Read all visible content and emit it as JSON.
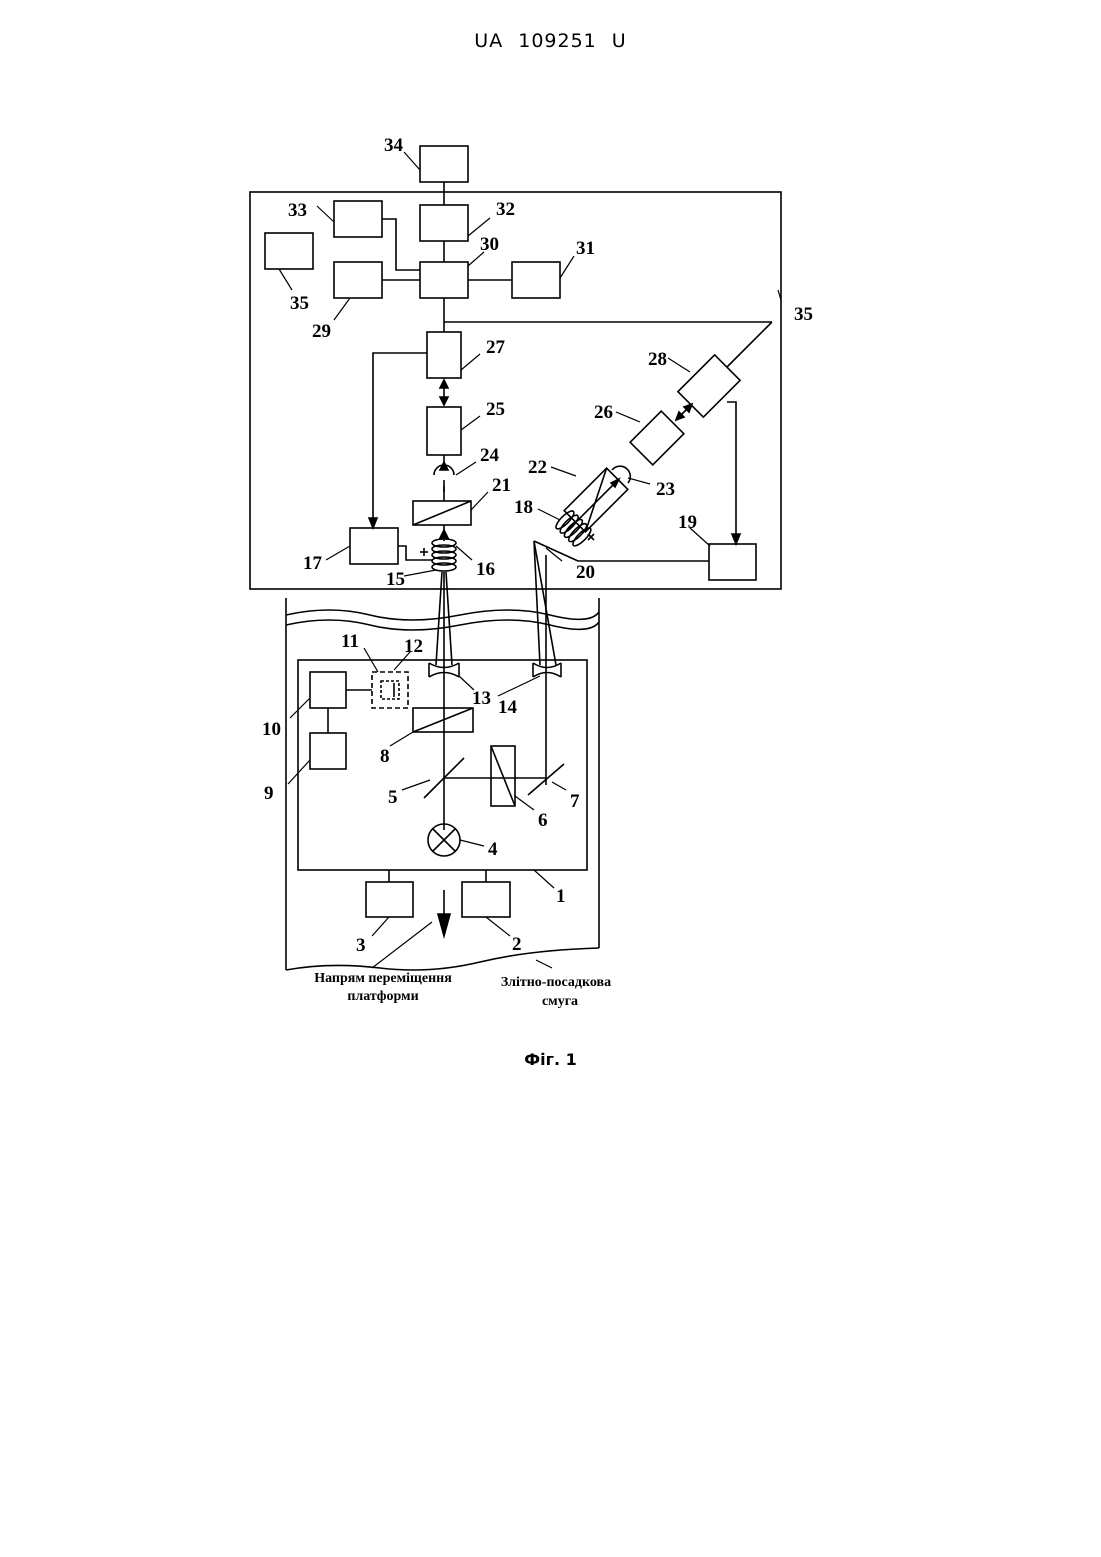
{
  "header": {
    "document_id": "UA   109251   U"
  },
  "figure": {
    "caption": "Фіг. 1",
    "notes": {
      "direction": [
        "Напрям переміщення",
        "платформи"
      ],
      "strip": [
        "Злітно-посадкова",
        "смуга"
      ]
    },
    "labels": {
      "l34": "34",
      "l33": "33",
      "l32": "32",
      "l30": "30",
      "l31": "31",
      "l35a": "35",
      "l35b": "35",
      "l29": "29",
      "l27": "27",
      "l28": "28",
      "l25": "25",
      "l26": "26",
      "l24": "24",
      "l22": "22",
      "l23": "23",
      "l21": "21",
      "l18": "18",
      "l19": "19",
      "l17": "17",
      "l16": "16",
      "l15": "15",
      "l20": "20",
      "l11": "11",
      "l12": "12",
      "l13": "13",
      "l14": "14",
      "l10": "10",
      "l8": "8",
      "l9": "9",
      "l5": "5",
      "l6": "6",
      "l7": "7",
      "l4": "4",
      "l1": "1",
      "l3": "3",
      "l2": "2"
    }
  }
}
